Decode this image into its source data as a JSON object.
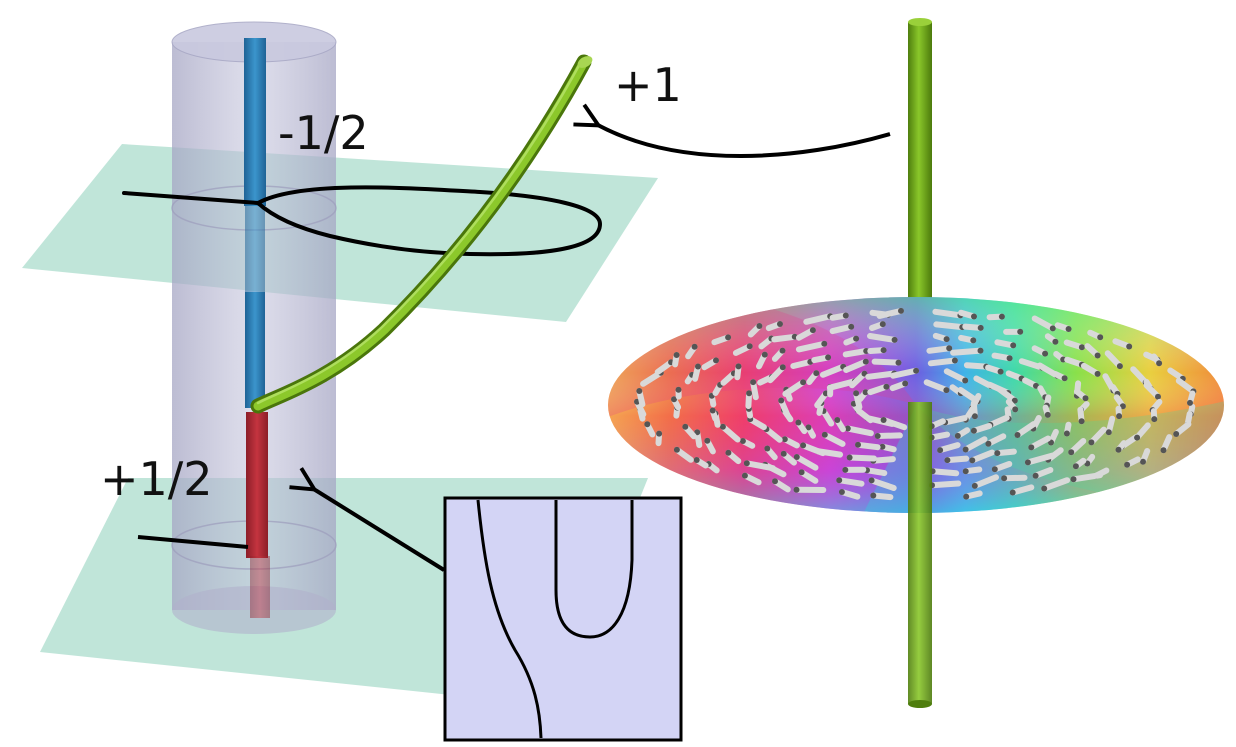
{
  "labels": {
    "minus_half": "-1/2",
    "plus_half": "+1/2",
    "plus_one": "+1"
  },
  "colors": {
    "background": "#ffffff",
    "plane": "#b5e0d2",
    "cylinder": "#b7b7cf",
    "segment_blue": "#2d7fb5",
    "segment_red": "#b02a34",
    "tube_green": "#7ab51d",
    "inset_fill": "#d3d4f5",
    "line": "#000000",
    "rod": "#dadada"
  },
  "icons": {
    "left_arrow": "curved-arrow",
    "inset_arrow": "straight-arrow"
  }
}
